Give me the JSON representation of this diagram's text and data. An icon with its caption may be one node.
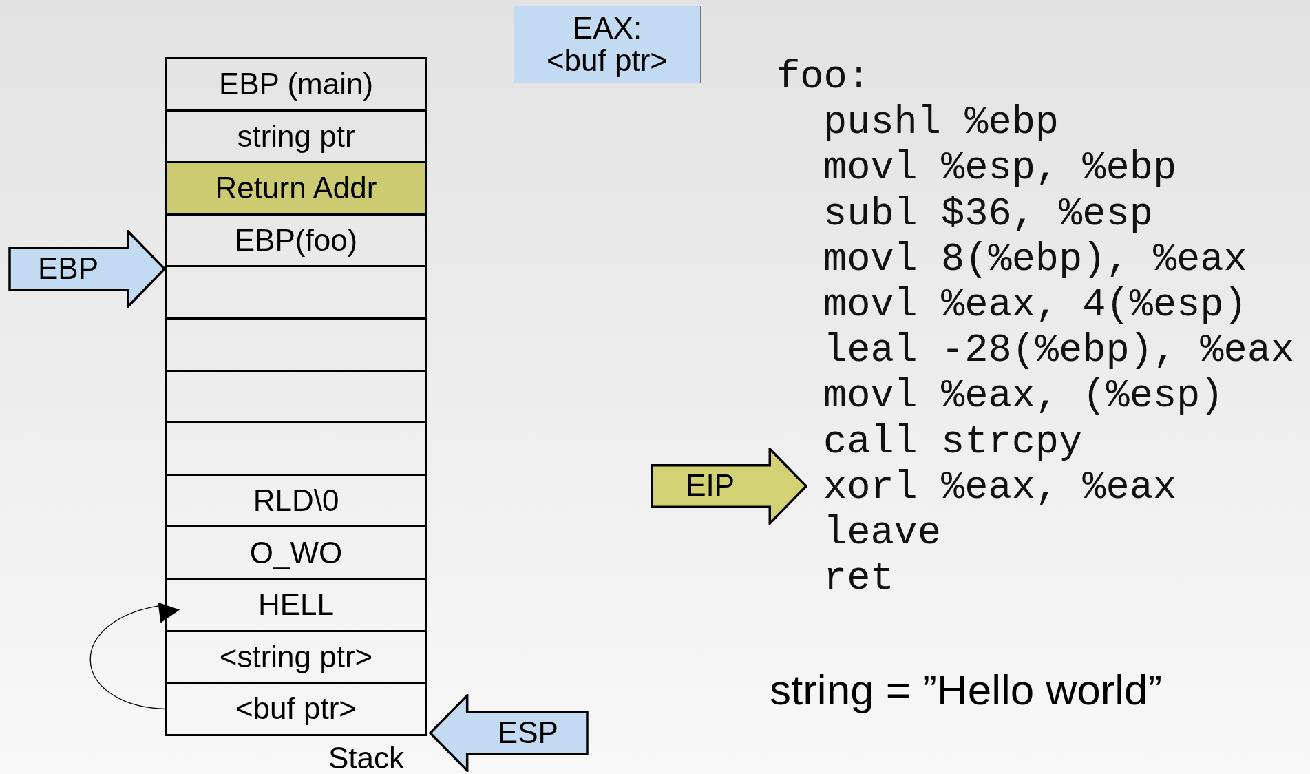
{
  "diagram": {
    "nodes": [
      {
        "text": [
          "EBP (main)"
        ]
      },
      {
        "text": [
          "string ptr"
        ]
      },
      {
        "text": [
          "Return Addr"
        ]
      },
      {
        "text": [
          "EBP(foo)"
        ]
      },
      {
        "text": [],
        "shape": "box"
      },
      {
        "text": [],
        "shape": "box"
      },
      {
        "text": [],
        "shape": "box"
      },
      {
        "text": [],
        "shape": "box"
      },
      {
        "text": [
          "RLD\\0"
        ]
      },
      {
        "text": [
          "O_WO"
        ]
      },
      {
        "text": [
          "HELL"
        ]
      },
      {
        "text": [
          "<string ptr>"
        ]
      },
      {
        "text": [
          "<buf ptr>"
        ]
      },
      {
        "text": [
          "EBP"
        ]
      },
      {
        "text": [
          "EAX: <buf ptr>"
        ]
      },
      {
        "text": [
          "EIP"
        ]
      },
      {
        "text": [
          "ESP"
        ]
      }
    ],
    "edges": [
      {
        "from": 12,
        "to": 10,
        "arrow": "to"
      }
    ],
    "labels": [
      "foo:",
      "pushl %ebp",
      "movl %esp, %ebp",
      "subl $36, %esp",
      "movl 8(%ebp), %eax",
      "movl %eax, 4(%esp)",
      "leal -28(%ebp), %eax",
      "movl %eax, (%esp)",
      "call strcpy",
      "xorl %eax, %eax",
      "leave",
      "ret",
      "string = ”Hello world”",
      "Stack"
    ]
  }
}
